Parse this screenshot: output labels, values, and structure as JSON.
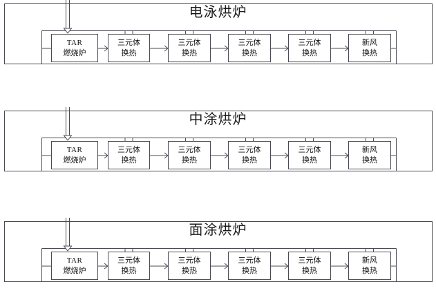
{
  "figure": {
    "title": "",
    "background_color": "#ffffff",
    "line_color": "#4a4a52",
    "text_color": "#111111"
  },
  "panels": [
    {
      "id": "electro-deposition-oven",
      "title": "电泳烘炉",
      "nodes": [
        {
          "id": "tar-burner",
          "line1": "TAR",
          "line2": "燃烧炉",
          "latin1": true
        },
        {
          "id": "ternary-hx-1",
          "line1": "三元体",
          "line2": "换热",
          "latin1": false
        },
        {
          "id": "ternary-hx-2",
          "line1": "三元体",
          "line2": "换热",
          "latin1": false
        },
        {
          "id": "ternary-hx-3",
          "line1": "三元体",
          "line2": "换热",
          "latin1": false
        },
        {
          "id": "ternary-hx-4",
          "line1": "三元体",
          "line2": "换热",
          "latin1": false
        },
        {
          "id": "fresh-air-hx",
          "line1": "新风",
          "line2": "换热",
          "latin1": false
        }
      ]
    },
    {
      "id": "primer-oven",
      "title": "中涂烘炉",
      "nodes": [
        {
          "id": "tar-burner",
          "line1": "TAR",
          "line2": "燃烧炉",
          "latin1": true
        },
        {
          "id": "ternary-hx-1",
          "line1": "三元体",
          "line2": "换热",
          "latin1": false
        },
        {
          "id": "ternary-hx-2",
          "line1": "三元体",
          "line2": "换热",
          "latin1": false
        },
        {
          "id": "ternary-hx-3",
          "line1": "三元体",
          "line2": "换热",
          "latin1": false
        },
        {
          "id": "ternary-hx-4",
          "line1": "三元体",
          "line2": "换热",
          "latin1": false
        },
        {
          "id": "fresh-air-hx",
          "line1": "新风",
          "line2": "换热",
          "latin1": false
        }
      ]
    },
    {
      "id": "top-coat-oven",
      "title": "面涂烘炉",
      "nodes": [
        {
          "id": "tar-burner",
          "line1": "TAR",
          "line2": "燃烧炉",
          "latin1": true
        },
        {
          "id": "ternary-hx-1",
          "line1": "三元体",
          "line2": "换热",
          "latin1": false
        },
        {
          "id": "ternary-hx-2",
          "line1": "三元体",
          "line2": "换热",
          "latin1": false
        },
        {
          "id": "ternary-hx-3",
          "line1": "三元体",
          "line2": "换热",
          "latin1": false
        },
        {
          "id": "ternary-hx-4",
          "line1": "三元体",
          "line2": "换热",
          "latin1": false
        },
        {
          "id": "fresh-air-hx",
          "line1": "新风",
          "line2": "换热",
          "latin1": false
        }
      ]
    }
  ]
}
